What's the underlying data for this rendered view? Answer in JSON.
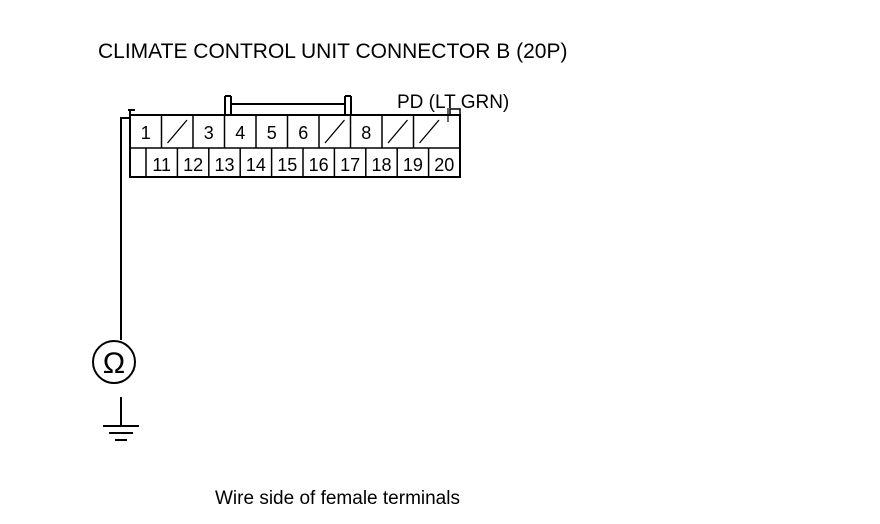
{
  "title": "CLIMATE CONTROL UNIT CONNECTOR B (20P)",
  "wire_label": "PD (LT GRN)",
  "caption": "Wire side of female terminals",
  "meter_symbol": "Ω",
  "meter_icon": "ohmmeter-icon",
  "ground_icon": "ground-icon",
  "connector": {
    "top_row": [
      "1",
      "",
      "3",
      "4",
      "5",
      "6",
      "",
      "8",
      "",
      ""
    ],
    "bottom_row": [
      "11",
      "12",
      "13",
      "14",
      "15",
      "16",
      "17",
      "18",
      "19",
      "20"
    ]
  }
}
